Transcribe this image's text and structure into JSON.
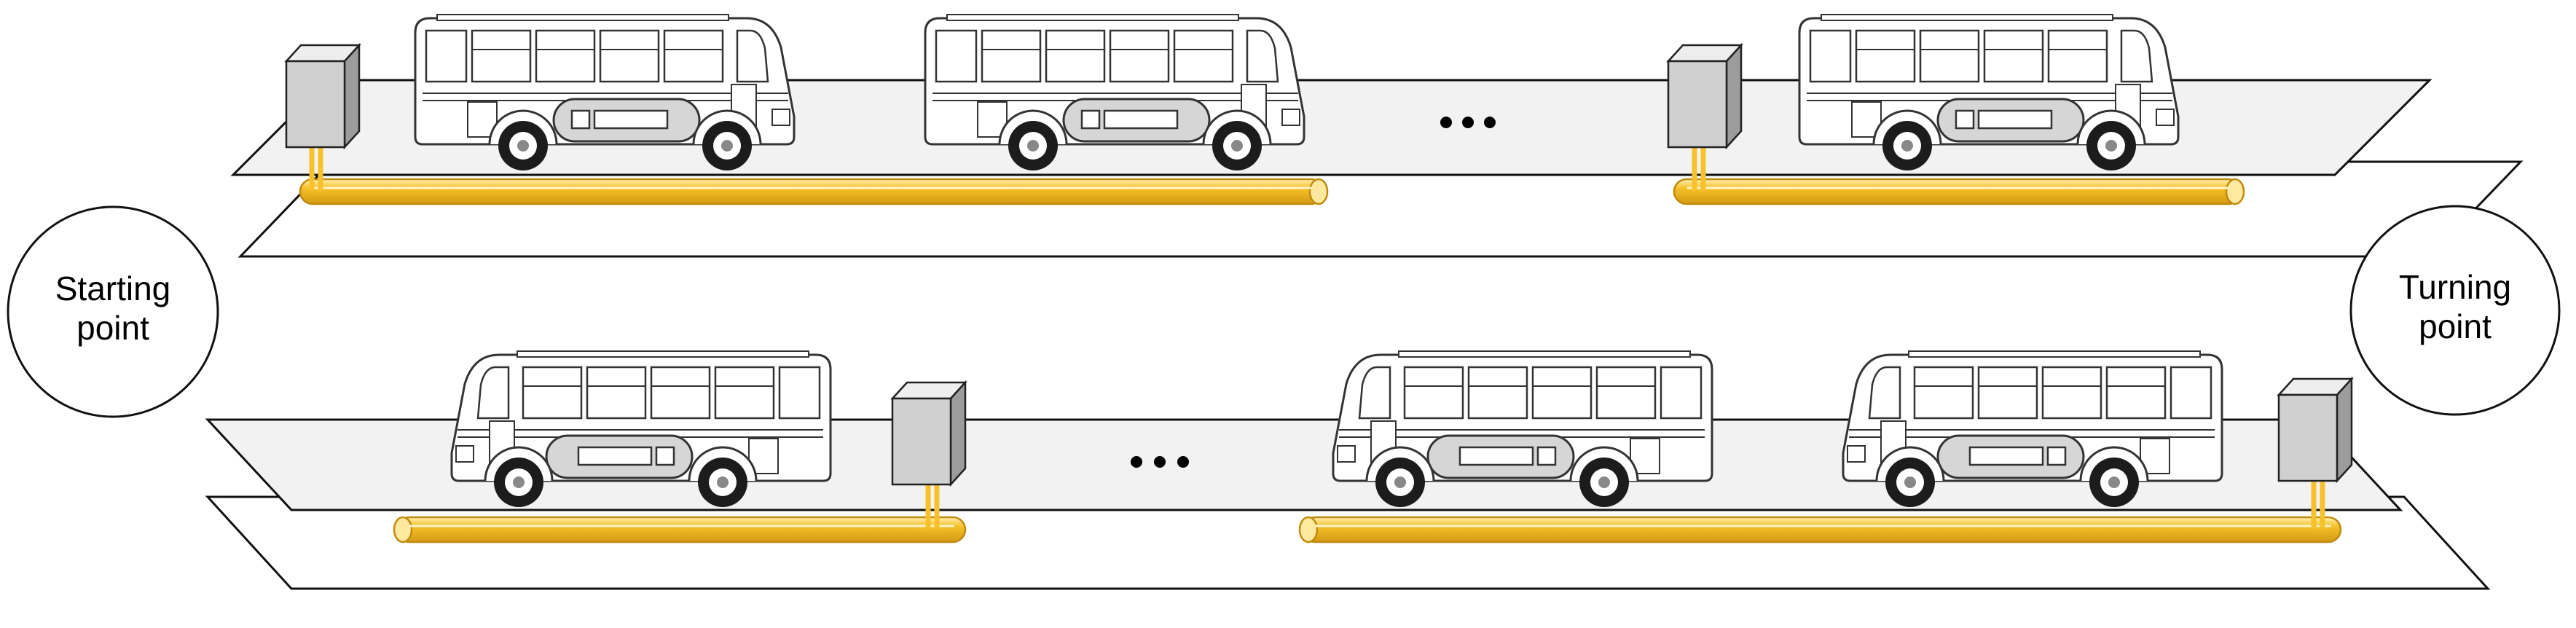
{
  "endpoints": {
    "start": {
      "line1": "Starting",
      "line2": "point"
    },
    "turn": {
      "line1": "Turning",
      "line2": "point"
    }
  },
  "colors": {
    "platform_fill": "#f2f2f2",
    "cable": "#f6c12b",
    "cable_dark": "#d39a12",
    "box_front": "#d0d0d0",
    "box_side": "#9c9c9c",
    "box_top": "#eeeeee",
    "bus_body": "#ffffff",
    "bus_line": "#333333"
  },
  "icons": {
    "bus": "bus-icon",
    "charger": "charging-box-icon",
    "ellipsis": "ellipsis-icon"
  }
}
